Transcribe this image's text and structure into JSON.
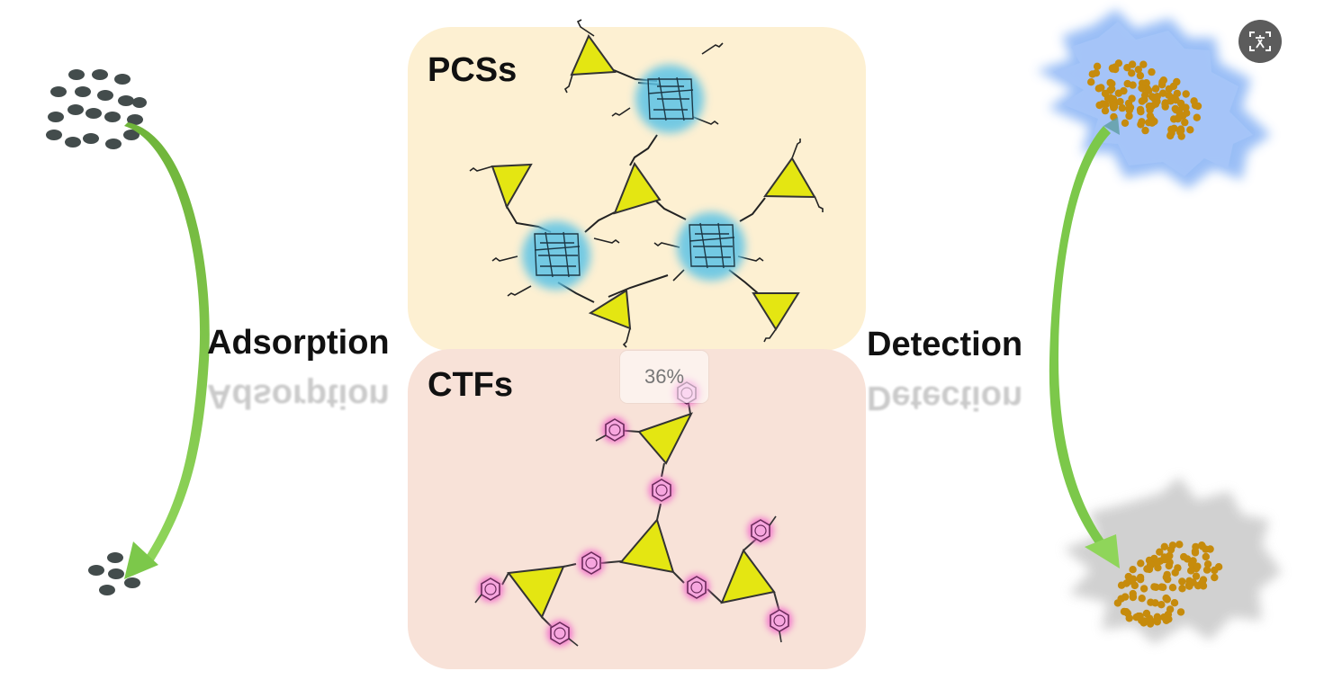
{
  "panels": {
    "top": {
      "label": "PCSs",
      "background": "#fdf0d2"
    },
    "bottom": {
      "label": "CTFs",
      "background": "#f8e2d8"
    }
  },
  "left": {
    "label": "Adsorption"
  },
  "right": {
    "label": "Detection"
  },
  "overlay": {
    "progress_text": "36%",
    "translate_icon": "translate-icon"
  },
  "colors": {
    "triangle": "#e4e612",
    "cage_glow": "#5bc3e6",
    "pink_ring": "#f05ec8",
    "dots": "#434c4c",
    "particles": "#c68b0c",
    "arrow": "#7cc84a",
    "blue_burst": "#8fb7f5",
    "gray_burst": "#cfcfcf"
  }
}
